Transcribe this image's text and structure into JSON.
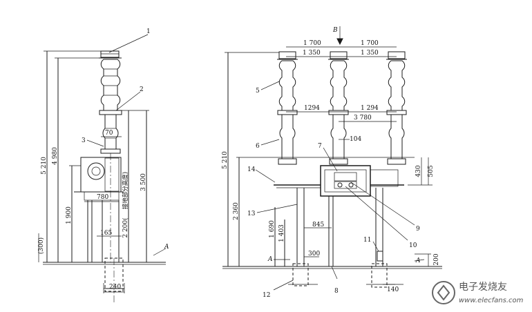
{
  "labels": {
    "part_1": "1",
    "part_2": "2",
    "part_3": "3",
    "part_5": "5",
    "part_6": "6",
    "part_7": "7",
    "part_8": "8",
    "part_9": "9",
    "part_10": "10",
    "part_11": "11",
    "part_12": "12",
    "part_13": "13",
    "part_14": "14",
    "ref_a_left": "A",
    "ref_a_mid": "A",
    "ref_a_right": "A",
    "ref_b": "B"
  },
  "left_view": {
    "dim_5210": "5 210",
    "dim_4980": "4 980",
    "dim_1900": "1 900",
    "dim_70": "70",
    "dim_780": "780",
    "dim_165": "165",
    "dim_240": "240",
    "dim_3500": "3 500",
    "dim_2200": "2 200(",
    "dim_2200_cn": "接地部分高度)",
    "dim_300p": "(300)"
  },
  "right_view": {
    "dim_1700_l": "1 700",
    "dim_1700_r": "1 700",
    "dim_1350_l": "1 350",
    "dim_1350_r": "1 350",
    "dim_1294_l": "1294",
    "dim_1294_r": "1 294",
    "dim_3780": "3 780",
    "dim_104": "104",
    "dim_5210": "5 210",
    "dim_2360": "2 360",
    "dim_1690": "1 690",
    "dim_1403": "1 403",
    "dim_845": "845",
    "dim_300": "300",
    "dim_430": "430",
    "dim_505": "505",
    "dim_200": "200",
    "dim_140": "140"
  },
  "watermark": {
    "cn": "电子发烧友",
    "en": "www.elecfans.com"
  }
}
